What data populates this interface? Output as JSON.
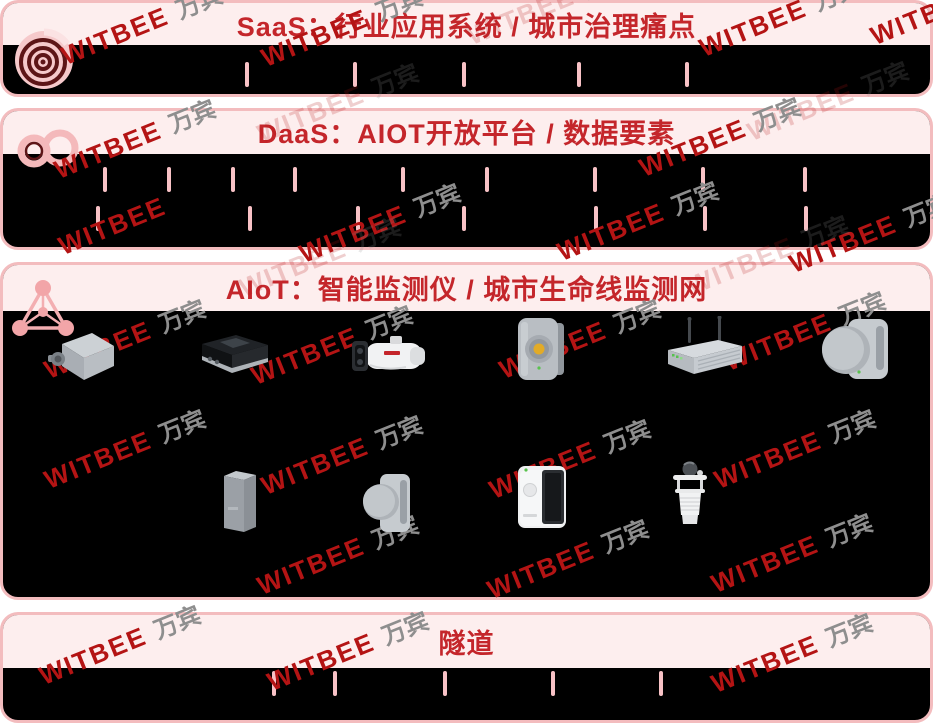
{
  "colors": {
    "section_border": "#f3bcbe",
    "header_bg": "#fdeeee",
    "title_red": "#c4262b",
    "separator_pink": "#f8c2c6",
    "content_bg": "#000000",
    "watermark_red": "#b41414",
    "watermark_gray": "#8e8e8e",
    "amber_button": "#e2ab27"
  },
  "watermark": {
    "brand": "WITBEE",
    "cn": "万宾"
  },
  "sections": [
    {
      "id": "saas",
      "title": "SaaS：行业应用系统 / 城市治理痛点",
      "icon": "radar-ripple-icon"
    },
    {
      "id": "daas",
      "title": "DaaS：AIOT开放平台 / 数据要素",
      "icon": "double-rings-icon"
    },
    {
      "id": "aiot",
      "title": "AIoT：智能监测仪 / 城市生命线监测网",
      "icon": "network-triangle-icon"
    },
    {
      "id": "tunnel",
      "title": "隧道",
      "icon": ""
    }
  ],
  "devices": [
    "vibration-sensor",
    "rfid-reader-box",
    "bullet-camera",
    "wall-mounted-sensor",
    "gateway-router",
    "ultrasonic-level-sensor",
    "pillar-sensor",
    "ultrasonic-sensor-small",
    "control-box-with-panel",
    "weather-station-sensor"
  ]
}
